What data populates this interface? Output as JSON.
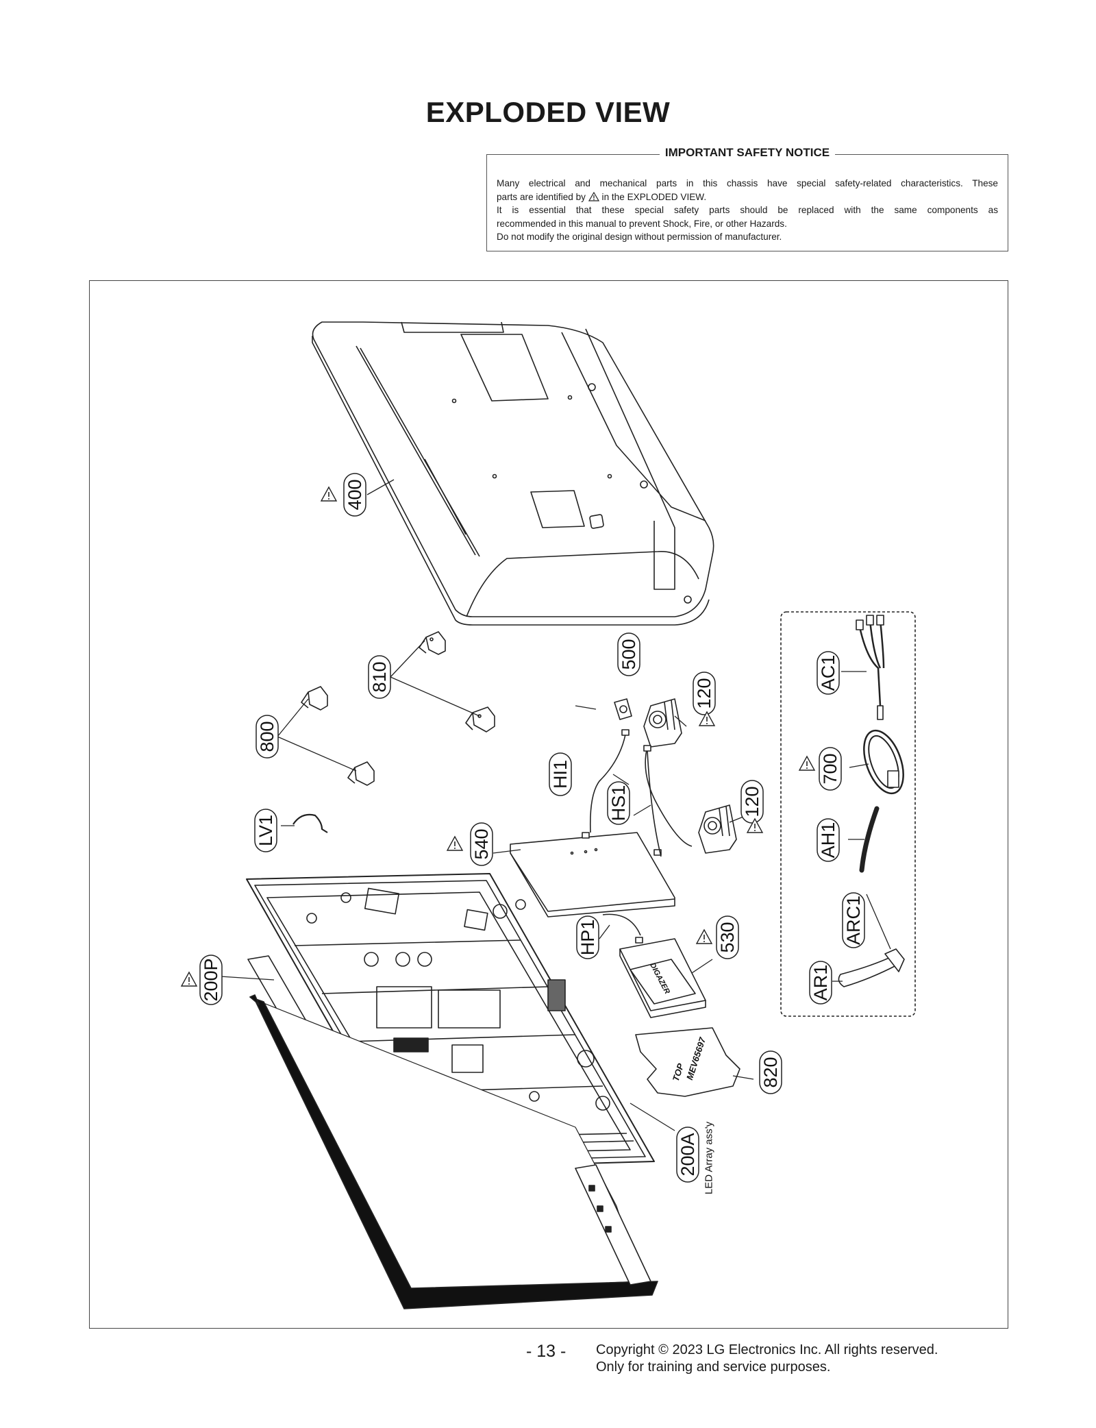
{
  "title": "EXPLODED VIEW",
  "notice": {
    "heading": "IMPORTANT SAFETY NOTICE",
    "line1": "Many electrical and mechanical parts in this chassis have special safety-related characteristics. These",
    "line2_a": "parts are identified by",
    "line2_b": "in the EXPLODED VIEW.",
    "line3": "It is essential that these special safety parts should be replaced with the same components as",
    "line4": "recommended in this manual to prevent Shock, Fire, or other Hazards.",
    "line5": "Do not modify the original design without permission of manufacturer."
  },
  "parts": {
    "p400": "400",
    "p810": "810",
    "p800": "800",
    "p500": "500",
    "p120a": "120",
    "p120b": "120",
    "hi1": "HI1",
    "hs1": "HS1",
    "lv1": "LV1",
    "p540": "540",
    "hp1": "HP1",
    "p530": "530",
    "p200p": "200P",
    "p820": "820",
    "p200a": "200A",
    "led_array": "LED Array ass'y",
    "ac1": "AC1",
    "p700": "700",
    "ah1": "AH1",
    "arc1": "ARC1",
    "ar1": "AR1"
  },
  "part_printing": {
    "board_530_text": "DIGAZER",
    "board_540_text": "",
    "sheet_820_top": "TOP",
    "sheet_820_code": "MEV65697"
  },
  "footer": {
    "page": "- 13 -",
    "copyright": "Copyright © 2023 LG Electronics Inc. All rights reserved.",
    "purpose": "Only for training and service purposes."
  }
}
